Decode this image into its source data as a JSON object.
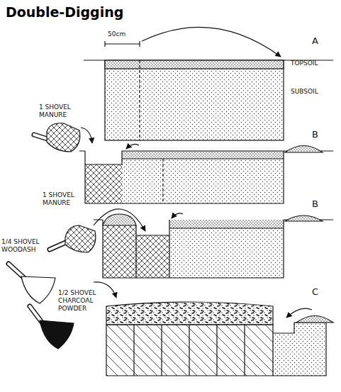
{
  "diagram": {
    "title": "Double-Digging",
    "labels": [
      "50cm",
      "A",
      "TOPSOIL",
      "SUBSOIL",
      "1 SHOVEL MANURE",
      "B",
      "1 SHOVEL MANURE",
      "B",
      "1/4 SHOVEL WOODASH",
      "1/2 SHOVEL CHARCOAL POWDER",
      "C"
    ]
  }
}
